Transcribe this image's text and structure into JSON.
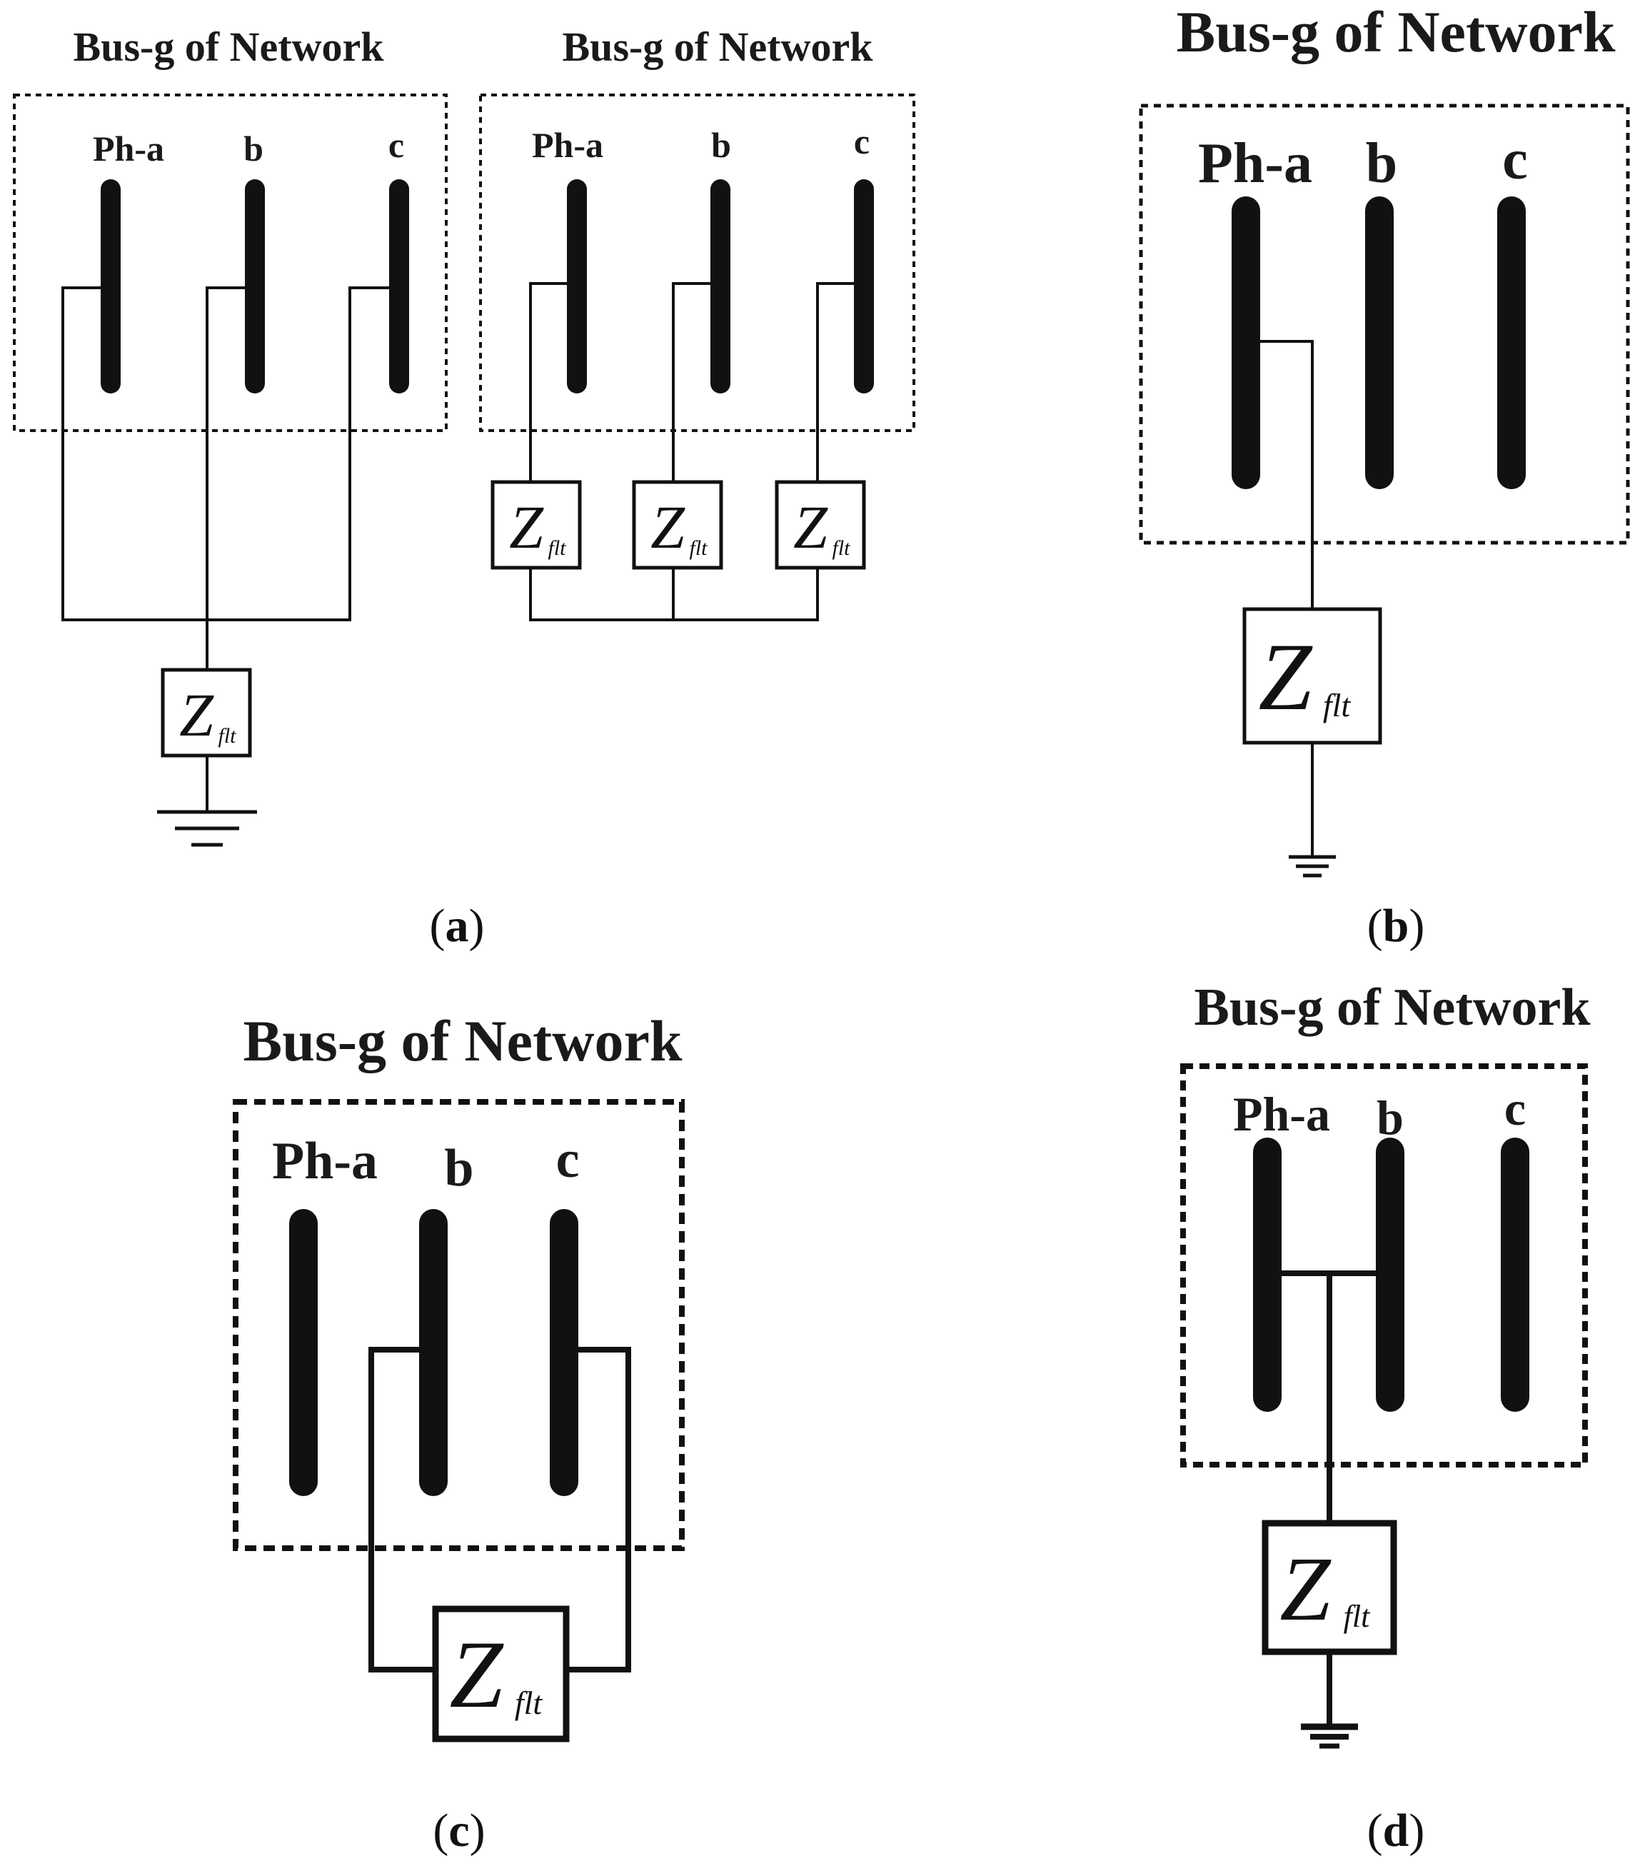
{
  "panels": {
    "a": {
      "left": {
        "title": "Bus-g of Network",
        "phase_a": "Ph-a",
        "phase_b": "b",
        "phase_c": "c",
        "impedance_main": "Z",
        "impedance_sub": "flt"
      },
      "right": {
        "title": "Bus-g of Network",
        "phase_a": "Ph-a",
        "phase_b": "b",
        "phase_c": "c",
        "impedance_main": "Z",
        "impedance_sub": "flt"
      },
      "caption_open": "(",
      "caption_letter": "a",
      "caption_close": ")"
    },
    "b": {
      "title": "Bus-g of Network",
      "phase_a": "Ph-a",
      "phase_b": "b",
      "phase_c": "c",
      "impedance_main": "Z",
      "impedance_sub": "flt",
      "caption_open": "(",
      "caption_letter": "b",
      "caption_close": ")"
    },
    "c": {
      "title": "Bus-g of Network",
      "phase_a": "Ph-a",
      "phase_b": "b",
      "phase_c": "c",
      "impedance_main": "Z",
      "impedance_sub": "flt",
      "caption_open": "(",
      "caption_letter": "c",
      "caption_close": ")"
    },
    "d": {
      "title": "Bus-g of Network",
      "phase_a": "Ph-a",
      "phase_b": "b",
      "phase_c": "c",
      "impedance_main": "Z",
      "impedance_sub": "flt",
      "caption_open": "(",
      "caption_letter": "d",
      "caption_close": ")"
    }
  },
  "colors": {
    "line": "#111111",
    "background": "#ffffff"
  }
}
